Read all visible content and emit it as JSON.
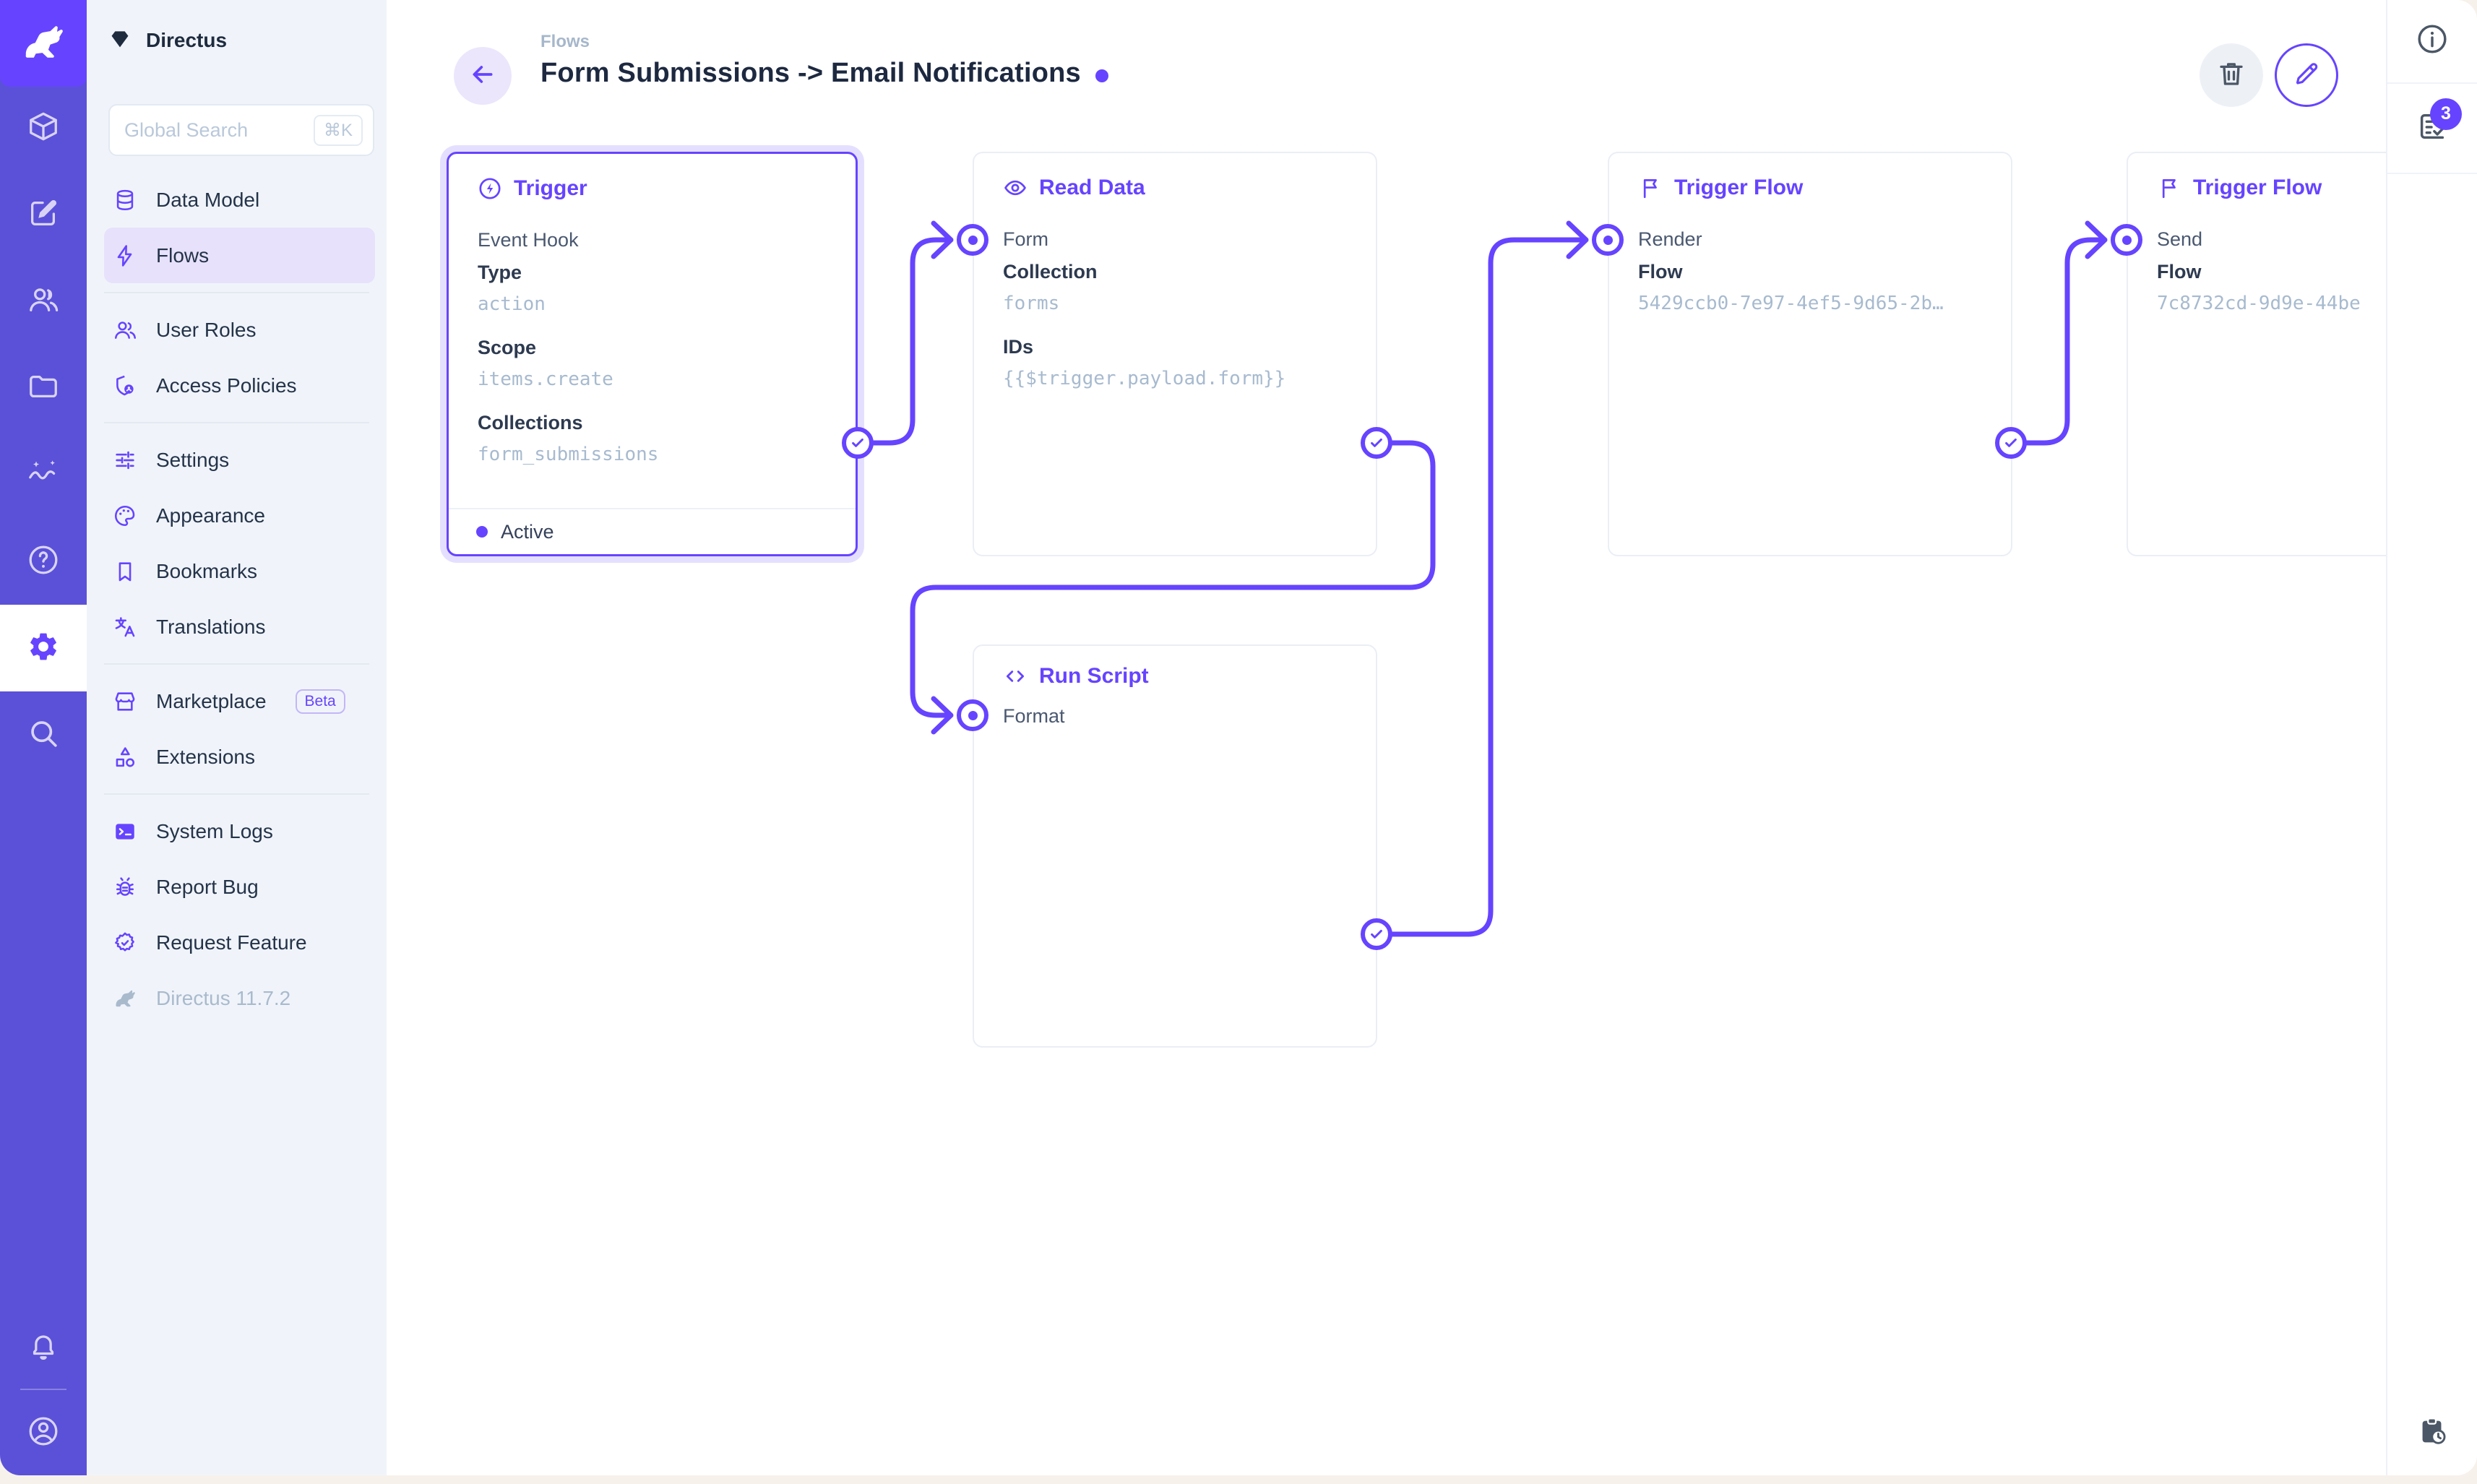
{
  "brand": {
    "accent": "#6644ff",
    "rail_bg": "#5b51d8",
    "logo_bg": "#6644ff"
  },
  "project": {
    "name": "Directus"
  },
  "search": {
    "placeholder": "Global Search",
    "shortcut": "⌘K"
  },
  "sidebar": {
    "groups": [
      {
        "items": [
          {
            "icon": "database-icon",
            "label": "Data Model"
          },
          {
            "icon": "bolt-icon",
            "label": "Flows",
            "active": true
          }
        ]
      },
      {
        "items": [
          {
            "icon": "users-icon",
            "label": "User Roles"
          },
          {
            "icon": "shield-user-icon",
            "label": "Access Policies"
          }
        ]
      },
      {
        "items": [
          {
            "icon": "tune-icon",
            "label": "Settings"
          },
          {
            "icon": "palette-icon",
            "label": "Appearance"
          },
          {
            "icon": "bookmark-icon",
            "label": "Bookmarks"
          },
          {
            "icon": "translate-icon",
            "label": "Translations"
          }
        ]
      },
      {
        "items": [
          {
            "icon": "storefront-icon",
            "label": "Marketplace",
            "badge": "Beta"
          },
          {
            "icon": "shapes-icon",
            "label": "Extensions"
          }
        ]
      },
      {
        "items": [
          {
            "icon": "terminal-icon",
            "label": "System Logs"
          },
          {
            "icon": "bug-icon",
            "label": "Report Bug"
          },
          {
            "icon": "seal-check-icon",
            "label": "Request Feature"
          }
        ]
      }
    ],
    "version": "Directus 11.7.2"
  },
  "header": {
    "breadcrumb": "Flows",
    "title": "Form Submissions -> Email Notifications"
  },
  "rightbar": {
    "notifications_count": "3"
  },
  "flow": {
    "nodes": {
      "trigger": {
        "type_label": "Trigger",
        "subtitle": "Event Hook",
        "fields": [
          {
            "label": "Type",
            "value": "action"
          },
          {
            "label": "Scope",
            "value": "items.create"
          },
          {
            "label": "Collections",
            "value": "form_submissions"
          }
        ],
        "status": "Active"
      },
      "read_data": {
        "type_label": "Read Data",
        "name": "Form",
        "fields": [
          {
            "label": "Collection",
            "value": "forms"
          },
          {
            "label": "IDs",
            "value": "{{$trigger.payload.form}}"
          }
        ]
      },
      "run_script": {
        "type_label": "Run Script",
        "name": "Format"
      },
      "trigger_flow_render": {
        "type_label": "Trigger Flow",
        "name": "Render",
        "fields": [
          {
            "label": "Flow",
            "value": "5429ccb0-7e97-4ef5-9d65-2b…"
          }
        ]
      },
      "trigger_flow_send": {
        "type_label": "Trigger Flow",
        "name": "Send",
        "fields": [
          {
            "label": "Flow",
            "value": "7c8732cd-9d9e-44be"
          }
        ]
      }
    }
  }
}
